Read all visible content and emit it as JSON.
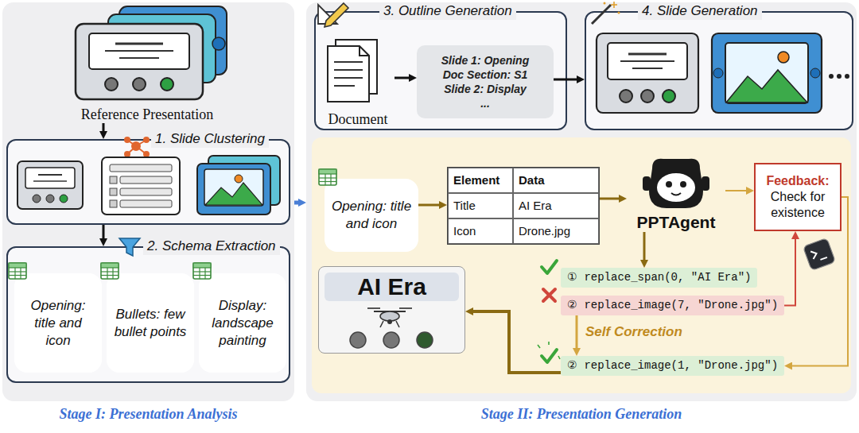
{
  "diagram": {
    "nodes": [
      {
        "text": [
          "Stage I: Presentation Analysis"
        ]
      },
      {
        "text": [
          "Reference Presentation"
        ],
        "in": 0
      },
      {
        "text": [
          "1. Slide Clustering"
        ],
        "in": 0
      },
      {
        "text": [
          "2. Schema Extraction"
        ],
        "in": 0
      },
      {
        "text": [
          "Opening: title and icon"
        ],
        "in": 3
      },
      {
        "text": [
          "Bullets: few bullet points"
        ],
        "in": 3
      },
      {
        "text": [
          "Display: landscape painting"
        ],
        "in": 3
      },
      {
        "text": [
          "Stage II: Presentation Generation"
        ]
      },
      {
        "text": [
          "3. Outline Generation"
        ],
        "in": 7
      },
      {
        "text": [
          "Document"
        ],
        "in": 8
      },
      {
        "text": [
          "Slide 1: Opening",
          "Doc Section: S1",
          "Slide 2: Display",
          "..."
        ],
        "in": 8
      },
      {
        "text": [
          "4. Slide Generation"
        ],
        "in": 7
      },
      {
        "text": [
          "Opening: title and icon"
        ],
        "in": 7
      },
      {
        "text": [
          "Element",
          "Data",
          "Title",
          "AI Era",
          "Icon",
          "Drone.jpg"
        ],
        "in": 7
      },
      {
        "text": [
          "PPTAgent"
        ],
        "in": 7
      },
      {
        "text": [
          "Feedback:",
          "Check for existence"
        ],
        "in": 7
      },
      {
        "text": [
          "① replace_span(0, \"AI Era\")"
        ],
        "in": 7
      },
      {
        "text": [
          "② replace_image(7, \"Drone.jpg\")"
        ],
        "in": 7
      },
      {
        "text": [
          "② replace_image(1, \"Drone.jpg\")"
        ],
        "in": 7
      },
      {
        "text": [
          "AI Era"
        ],
        "in": 7
      }
    ],
    "edges": [
      {
        "from": 1,
        "to": 2,
        "arrow": "to"
      },
      {
        "from": 2,
        "to": 3,
        "arrow": "to"
      },
      {
        "from": 0,
        "to": 7,
        "arrow": "to"
      },
      {
        "from": 9,
        "to": 10,
        "arrow": "to"
      },
      {
        "from": 10,
        "to": 11,
        "arrow": "to"
      },
      {
        "from": 12,
        "to": 13,
        "arrow": "to"
      },
      {
        "from": 13,
        "to": 14,
        "arrow": "to"
      },
      {
        "from": 14,
        "to": 15,
        "arrow": "to"
      },
      {
        "from": 14,
        "to": 16,
        "arrow": "to"
      },
      {
        "from": 17,
        "to": 15,
        "arrow": "to"
      },
      {
        "from": 15,
        "to": 18,
        "arrow": "to"
      },
      {
        "from": 17,
        "to": 18,
        "label": "Self Correction",
        "arrow": "to"
      },
      {
        "from": 18,
        "to": 19,
        "arrow": "to"
      }
    ]
  }
}
